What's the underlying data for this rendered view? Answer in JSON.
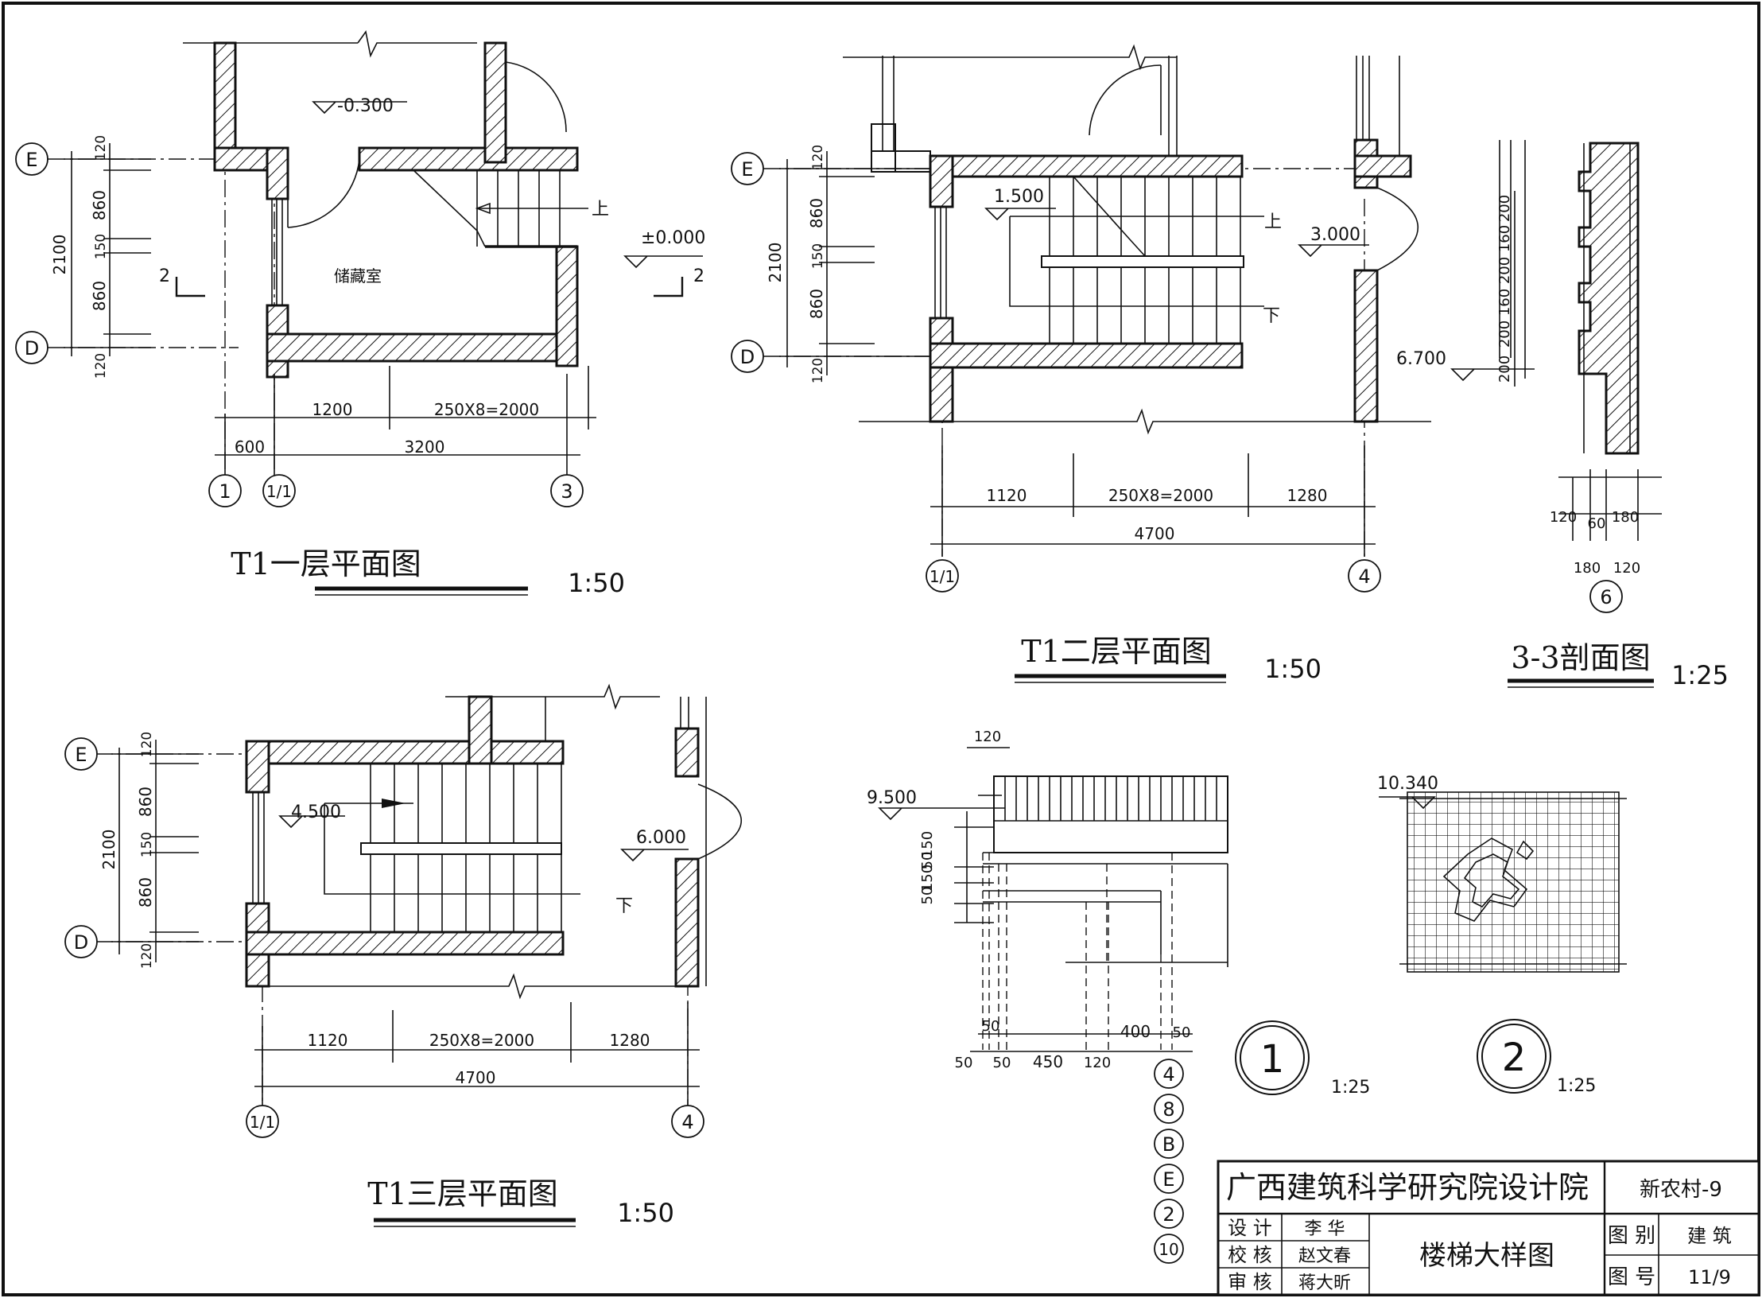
{
  "plans": {
    "first": {
      "title": "T1一层平面图",
      "scale": "1:50"
    },
    "second": {
      "title": "T1二层平面图",
      "scale": "1:50"
    },
    "third": {
      "title": "T1三层平面图",
      "scale": "1:50"
    },
    "section": {
      "title": "3-3剖面图",
      "scale": "1:25"
    }
  },
  "labels": {
    "storage": "储藏室",
    "up": "上",
    "down": "下",
    "lv_m0300": "-0.300",
    "lv_0000": "±0.000",
    "lv_1500": "1.500",
    "lv_3000": "3.000",
    "lv_6700": "6.700",
    "lv_4500": "4.500",
    "lv_6000": "6.000",
    "lv_9500": "9.500",
    "lv_10340": "10.340",
    "cut": "2"
  },
  "dims": {
    "d120": "120",
    "d860": "860",
    "d150": "150",
    "d2100": "2100",
    "d1200": "1200",
    "d250x8": "250X8=2000",
    "d600": "600",
    "d3200": "3200",
    "d1120": "1120",
    "d1280": "1280",
    "d4700": "4700",
    "d160": "160",
    "d200": "200",
    "d60": "60",
    "d180": "180",
    "d50": "50",
    "d450": "450",
    "d400": "400"
  },
  "axes": {
    "E": "E",
    "D": "D",
    "a1": "1",
    "a1_1": "1/1",
    "a3": "3",
    "a4": "4",
    "a6": "6",
    "a8": "8",
    "aB": "B",
    "a2": "2",
    "a10": "10"
  },
  "details": {
    "d1": {
      "num": "1",
      "scale": "1:25"
    },
    "d2": {
      "num": "2",
      "scale": "1:25"
    }
  },
  "titleblock": {
    "company": "广西建筑科学研究院设计院",
    "project": "新农村-9",
    "design_label": "设 计",
    "design_name": "李 华",
    "check_label": "校 核",
    "check_name": "赵文春",
    "review_label": "审 核",
    "review_name": "蒋大昕",
    "drawing_name": "楼梯大样图",
    "category_label": "图 别",
    "category_value": "建 筑",
    "number_label": "图 号",
    "number_value": "11/9"
  }
}
